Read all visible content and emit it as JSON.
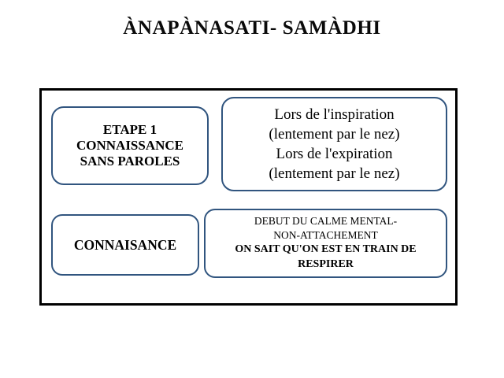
{
  "page": {
    "title": "ÀNAPÀNASATI- SAMÀDHI",
    "background_color": "#ffffff",
    "frame_color": "#000000",
    "node_border_color": "#31557F",
    "text_color": "#000000"
  },
  "diagram": {
    "nodes": [
      {
        "id": "etape1",
        "lines": [
          "ETAPE 1",
          "CONNAISSANCE",
          "SANS PAROLES"
        ],
        "weight": "bold",
        "row": 1,
        "column": 1
      },
      {
        "id": "breath",
        "lines": [
          "Lors de l'inspiration",
          "(lentement par le nez)",
          "Lors de l'expiration",
          "(lentement par le nez)"
        ],
        "weight": "normal",
        "row": 1,
        "column": 2
      },
      {
        "id": "connaisance",
        "lines": [
          "CONNAISANCE"
        ],
        "weight": "bold",
        "row": 2,
        "column": 1
      },
      {
        "id": "calme",
        "lines": [
          "DEBUT DU CALME MENTAL-",
          "NON-ATTACHEMENT"
        ],
        "bold_lines": [
          "ON SAIT QU'ON EST EN TRAIN DE",
          "RESPIRER"
        ],
        "weight": "mixed",
        "row": 2,
        "column": 2
      }
    ]
  }
}
